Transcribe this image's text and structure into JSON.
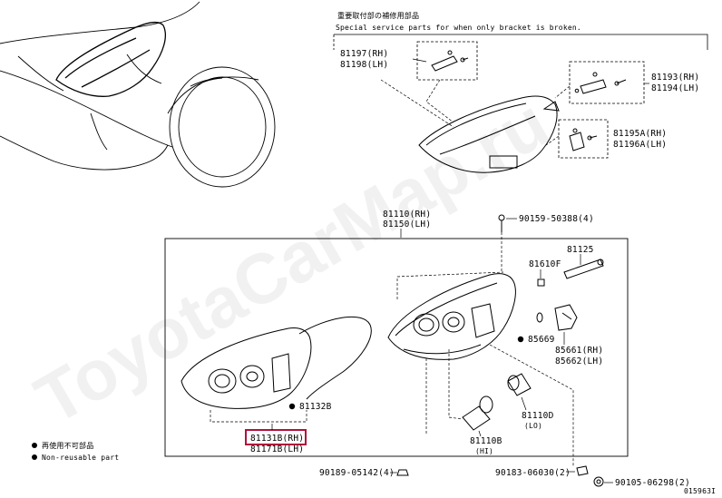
{
  "header": {
    "jp": "重要取付部の補修用部品",
    "en": "Special service parts for when only bracket is broken."
  },
  "parts": {
    "p81197": "81197(RH)",
    "p81198": "81198(LH)",
    "p81193": "81193(RH)",
    "p81194": "81194(LH)",
    "p81195": "81195A(RH)",
    "p81196": "81196A(LH)",
    "p81110": "81110(RH)",
    "p81150": "81150(LH)",
    "p90159": "90159-50388(4)",
    "p81125": "81125",
    "p81610": "81610F",
    "p85669": "85669",
    "p85661": "85661(RH)",
    "p85662": "85662(LH)",
    "p81132": "81132B",
    "p81131": "81131B(RH)",
    "p81171": "81171B(LH)",
    "p81110d": "81110D",
    "p_lo": "(LO)",
    "p81110b": "81110B",
    "p_hi": "(HI)",
    "p90189": "90189-05142(4)",
    "p90183": "90183-06030(2)",
    "p90105": "90105-06298(2)"
  },
  "legend": {
    "jp": "再使用不可部品",
    "en": "Non-reusable part"
  },
  "diagram_code": "015963I",
  "watermark": "ToyotaCarMap.ru",
  "colors": {
    "highlight": "#b0123a"
  }
}
